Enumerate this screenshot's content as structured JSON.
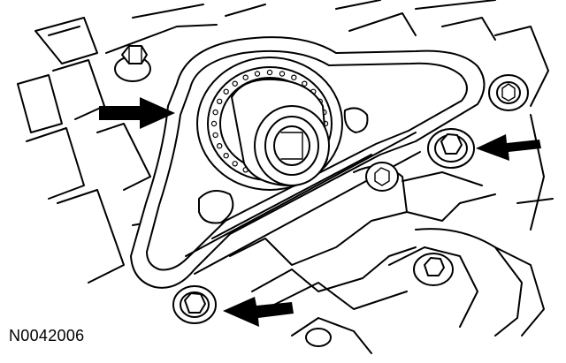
{
  "figure": {
    "id_label": "N0042006"
  },
  "callouts": [
    {
      "name": "arrow-upper-left",
      "points_to": "crankshaft-seal-housing"
    },
    {
      "name": "arrow-right",
      "points_to": "bolt-right"
    },
    {
      "name": "arrow-lower-left",
      "points_to": "bolt-lower-left"
    }
  ],
  "colors": {
    "line": "#000000",
    "background": "#ffffff"
  }
}
